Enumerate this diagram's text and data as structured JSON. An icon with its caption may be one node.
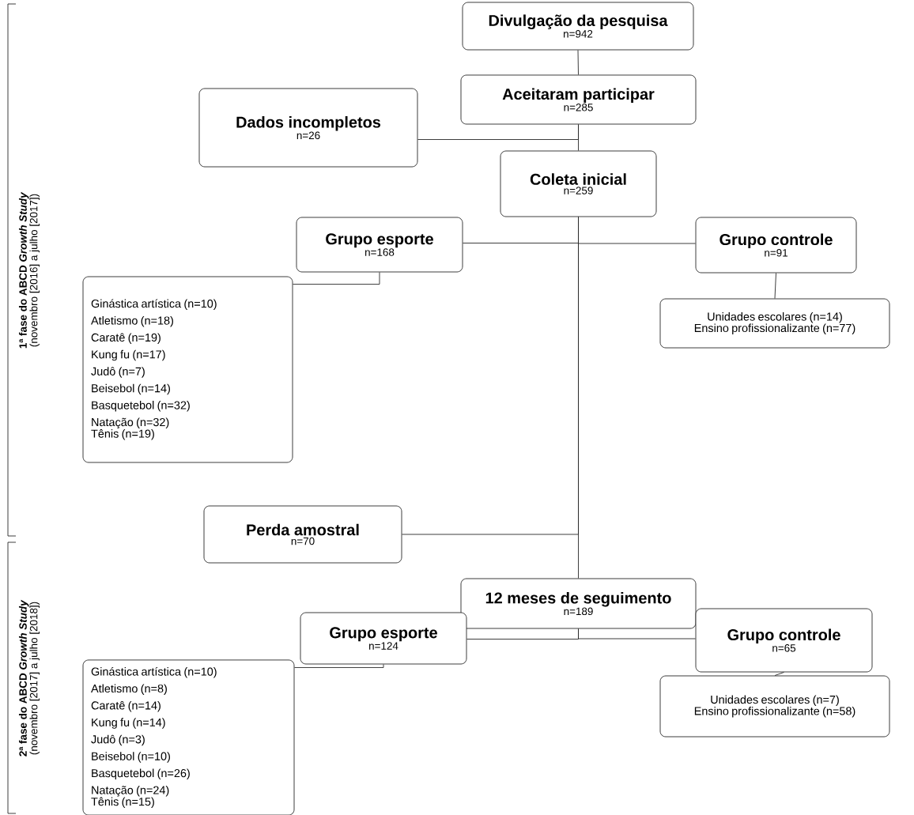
{
  "diagram": {
    "nodes": [
      {
        "text": [
          "Divulgação da pesquisa",
          "n=942"
        ]
      },
      {
        "text": [
          "Aceitaram participar",
          "n=285"
        ]
      },
      {
        "text": [
          "Dados incompletos",
          "n=26"
        ]
      },
      {
        "text": [
          "Coleta inicial",
          "n=259"
        ]
      },
      {
        "text": [
          "Grupo esporte",
          "n=168"
        ]
      },
      {
        "text": [
          "Grupo controle",
          "n=91"
        ]
      },
      {
        "text": [
          "Ginástica artística (n=10)",
          "Atletismo (n=18)",
          "Caratê (n=19)",
          "Kung fu (n=17)",
          "Judô (n=7)",
          "Beisebol (n=14)",
          "Basquetebol (n=32)",
          "Natação (n=32)",
          "Tênis (n=19)"
        ]
      },
      {
        "text": [
          "Unidades escolares (n=14)",
          "Ensino profissionalizante (n=77)"
        ]
      },
      {
        "text": [
          "Perda amostral",
          "n=70"
        ]
      },
      {
        "text": [
          "12 meses de seguimento",
          "n=189"
        ]
      },
      {
        "text": [
          "Grupo esporte",
          "n=124"
        ]
      },
      {
        "text": [
          "Grupo controle",
          "n=65"
        ]
      },
      {
        "text": [
          "Ginástica artística (n=10)",
          "Atletismo (n=8)",
          "Caratê (n=14)",
          "Kung fu (n=14)",
          "Judô (n=3)",
          "Beisebol (n=10)",
          "Basquetebol (n=26)",
          "Natação (n=24)",
          "Tênis (n=15)"
        ]
      },
      {
        "text": [
          "Unidades escolares (n=7)",
          "Ensino profissionalizante (n=58)"
        ]
      }
    ],
    "edges": [
      {
        "from": 0,
        "to": 1,
        "arrow": "none"
      },
      {
        "from": 1,
        "to": 3,
        "arrow": "none"
      },
      {
        "from": 1,
        "to": 2,
        "arrow": "none"
      },
      {
        "from": 3,
        "to": 4,
        "arrow": "none"
      },
      {
        "from": 3,
        "to": 5,
        "arrow": "none"
      },
      {
        "from": 3,
        "to": 8,
        "arrow": "none"
      },
      {
        "from": 3,
        "to": 9,
        "arrow": "none"
      },
      {
        "from": 4,
        "to": 6,
        "arrow": "none"
      },
      {
        "from": 5,
        "to": 7,
        "arrow": "none"
      },
      {
        "from": 9,
        "to": 10,
        "arrow": "none"
      },
      {
        "from": 9,
        "to": 11,
        "arrow": "none"
      },
      {
        "from": 10,
        "to": 12,
        "arrow": "none"
      },
      {
        "from": 11,
        "to": 13,
        "arrow": "none"
      }
    ],
    "labels": [
      "1ª fase do ABCD *Growth Study*",
      "(novembro [2016] a julho [2017])",
      "2ª fase do ABCD *Growth Study*",
      "(novembro [2017] a julho [2018])"
    ]
  }
}
